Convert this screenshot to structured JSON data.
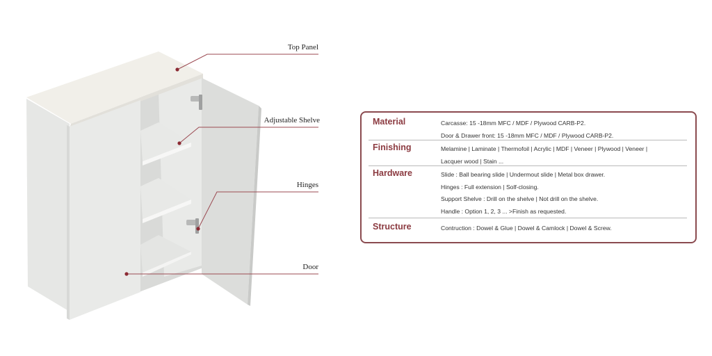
{
  "diagram": {
    "subject": "two-door wall cabinet",
    "callouts": [
      {
        "id": "top-panel",
        "label": "Top Panel"
      },
      {
        "id": "adjustable-shelve",
        "label": "Adjustable Shelve"
      },
      {
        "id": "hinges",
        "label": "Hinges"
      },
      {
        "id": "door",
        "label": "Door"
      }
    ],
    "accent_color": "#8b3a40",
    "leader_color": "#9b4a52"
  },
  "specs": {
    "rows": [
      {
        "heading": "Material",
        "lines": [
          "Carcasse: 15 -18mm MFC / MDF / Plywood CARB-P2.",
          "Door & Drawer front: 15 -18mm MFC / MDF / Plywood CARB-P2."
        ]
      },
      {
        "heading": "Finishing",
        "lines": [
          "Melamine | Laminate | Thermofoil | Acrylic | MDF | Veneer | Plywood | Veneer |",
          "Lacquer wood | Stain ..."
        ]
      },
      {
        "heading": "Hardware",
        "lines": [
          "Slide : Ball bearing slide | Undermout slide |  Metal box drawer.",
          "Hinges : Full extension | Solf-closing.",
          "Support Shelve : Drill on the shelve | Not drill on the shelve.",
          "Handle : Option 1, 2, 3 ... >Finish as requested."
        ]
      },
      {
        "heading": "Structure",
        "lines": [
          "Contruction : Dowel & Glue | Dowel & Camlock |  Dowel & Screw."
        ]
      }
    ],
    "border_color": "#8a4a4f",
    "separator_color": "#b9b9b9"
  }
}
